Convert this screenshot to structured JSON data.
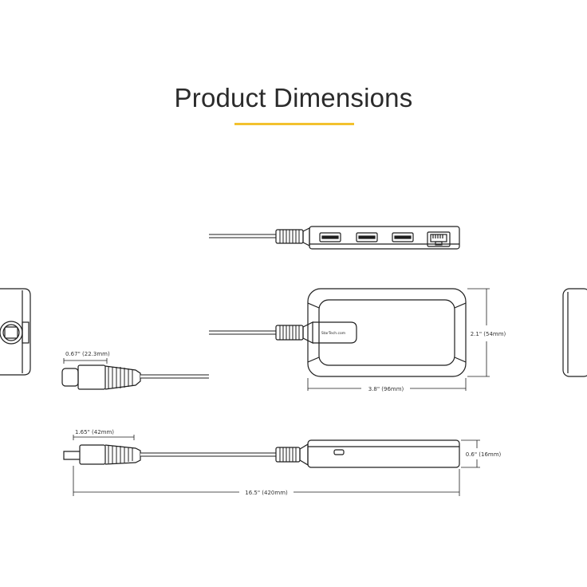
{
  "title": "Product Dimensions",
  "accent_color": "#f2c12e",
  "line_color": "#1e1e1e",
  "brand_text": "StarTech.com",
  "dimensions": {
    "connector_width": "0.67\" (22.3mm)",
    "hub_height": "2.1\" (54mm)",
    "hub_width": "3.8\" (96mm)",
    "connector_length": "1.65\" (42mm)",
    "hub_thickness": "0.6\" (16mm)",
    "total_length": "16.5\" (420mm)"
  }
}
